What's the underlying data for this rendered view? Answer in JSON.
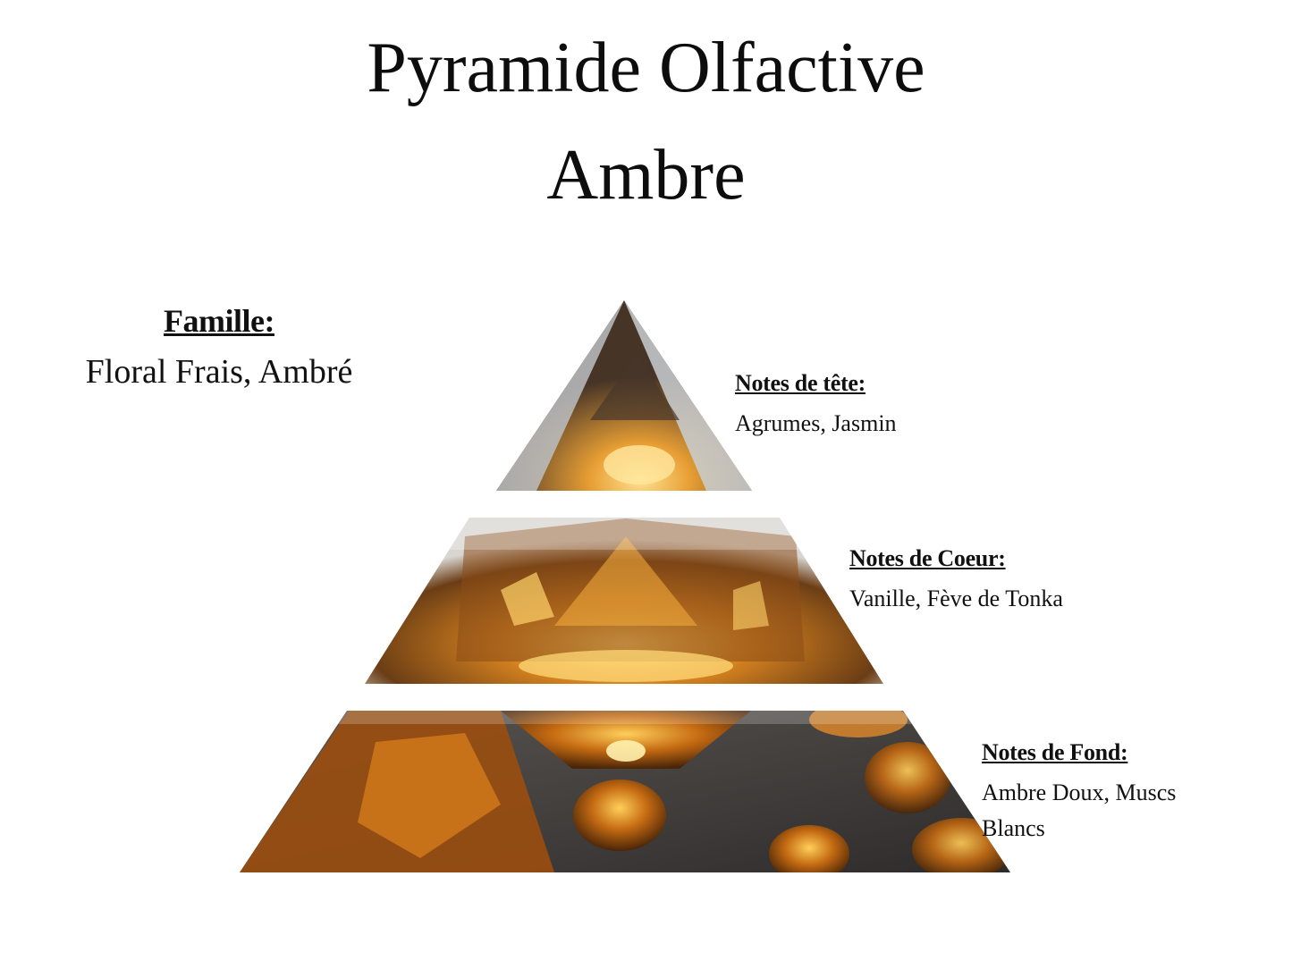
{
  "header": {
    "title_line1": "Pyramide Olfactive",
    "title_line2": "Ambre"
  },
  "family": {
    "label": "Famille:",
    "value": "Floral Frais, Ambré"
  },
  "notes": [
    {
      "label": "Notes de tête:",
      "value": "Agrumes, Jasmin"
    },
    {
      "label": "Notes de Coeur:",
      "value": "Vanille, Fève de Tonka"
    },
    {
      "label": "Notes de Fond:",
      "value": "Ambre Doux, Muscs Blancs"
    }
  ],
  "pyramid": {
    "image_subject": "amber-crystals",
    "colors": {
      "amber": "#c9741a",
      "amber_light": "#f5b845",
      "dark": "#3a2a1e",
      "slate": "#3b3938",
      "glass": "#cfd2d6"
    }
  }
}
